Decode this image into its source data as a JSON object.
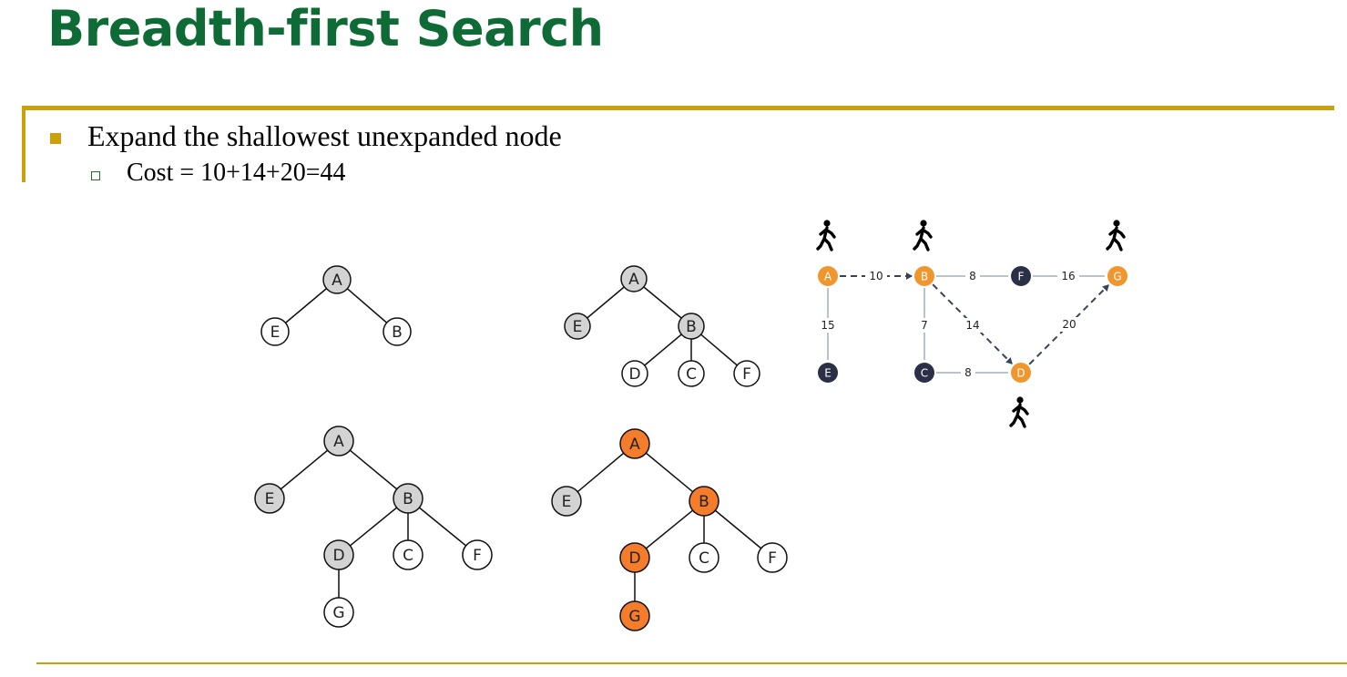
{
  "slide": {
    "title": "Breadth-first Search",
    "bullets": [
      {
        "text": "Expand the shallowest unexpanded node"
      },
      {
        "text": "Cost = 10+14+20=44"
      }
    ]
  },
  "colors": {
    "title": "#0f6b35",
    "accent_rule": "#c9a10a",
    "visited": "#d3d3d3",
    "frontier": "#ffffff",
    "path": "#f47c2a",
    "graph_path": "#f0962f",
    "graph_other": "#2b3047",
    "graph_edge": "#b9c3cc",
    "graph_path_edge": "#3a4257"
  },
  "trees": [
    {
      "name": "tree-step-1",
      "nodes": [
        {
          "id": "A",
          "state": "visited"
        },
        {
          "id": "E",
          "state": "frontier"
        },
        {
          "id": "B",
          "state": "frontier"
        }
      ],
      "edges": [
        [
          "A",
          "E"
        ],
        [
          "A",
          "B"
        ]
      ]
    },
    {
      "name": "tree-step-2",
      "nodes": [
        {
          "id": "A",
          "state": "visited"
        },
        {
          "id": "E",
          "state": "visited"
        },
        {
          "id": "B",
          "state": "visited"
        },
        {
          "id": "D",
          "state": "frontier"
        },
        {
          "id": "C",
          "state": "frontier"
        },
        {
          "id": "F",
          "state": "frontier"
        }
      ],
      "edges": [
        [
          "A",
          "E"
        ],
        [
          "A",
          "B"
        ],
        [
          "B",
          "D"
        ],
        [
          "B",
          "C"
        ],
        [
          "B",
          "F"
        ]
      ]
    },
    {
      "name": "tree-step-3",
      "nodes": [
        {
          "id": "A",
          "state": "visited"
        },
        {
          "id": "E",
          "state": "visited"
        },
        {
          "id": "B",
          "state": "visited"
        },
        {
          "id": "D",
          "state": "visited"
        },
        {
          "id": "C",
          "state": "frontier"
        },
        {
          "id": "F",
          "state": "frontier"
        },
        {
          "id": "G",
          "state": "frontier"
        }
      ],
      "edges": [
        [
          "A",
          "E"
        ],
        [
          "A",
          "B"
        ],
        [
          "B",
          "D"
        ],
        [
          "B",
          "C"
        ],
        [
          "B",
          "F"
        ],
        [
          "D",
          "G"
        ]
      ]
    },
    {
      "name": "tree-step-4-solution",
      "nodes": [
        {
          "id": "A",
          "state": "path"
        },
        {
          "id": "E",
          "state": "visited"
        },
        {
          "id": "B",
          "state": "path"
        },
        {
          "id": "D",
          "state": "path"
        },
        {
          "id": "C",
          "state": "frontier"
        },
        {
          "id": "F",
          "state": "frontier"
        },
        {
          "id": "G",
          "state": "path"
        }
      ],
      "edges": [
        [
          "A",
          "E"
        ],
        [
          "A",
          "B"
        ],
        [
          "B",
          "D"
        ],
        [
          "B",
          "C"
        ],
        [
          "B",
          "F"
        ],
        [
          "D",
          "G"
        ]
      ]
    }
  ],
  "graph": {
    "nodes": [
      {
        "id": "A",
        "on_path": true,
        "walker": true
      },
      {
        "id": "B",
        "on_path": true,
        "walker": true
      },
      {
        "id": "F",
        "on_path": false,
        "walker": false
      },
      {
        "id": "G",
        "on_path": true,
        "walker": true
      },
      {
        "id": "E",
        "on_path": false,
        "walker": false
      },
      {
        "id": "C",
        "on_path": false,
        "walker": false
      },
      {
        "id": "D",
        "on_path": true,
        "walker": true
      }
    ],
    "edges": [
      {
        "from": "A",
        "to": "B",
        "weight": "10",
        "path": true
      },
      {
        "from": "B",
        "to": "F",
        "weight": "8",
        "path": false
      },
      {
        "from": "F",
        "to": "G",
        "weight": "16",
        "path": false
      },
      {
        "from": "A",
        "to": "E",
        "weight": "15",
        "path": false
      },
      {
        "from": "B",
        "to": "C",
        "weight": "7",
        "path": false
      },
      {
        "from": "B",
        "to": "D",
        "weight": "14",
        "path": true
      },
      {
        "from": "C",
        "to": "D",
        "weight": "8",
        "path": false
      },
      {
        "from": "D",
        "to": "G",
        "weight": "20",
        "path": true
      }
    ]
  }
}
